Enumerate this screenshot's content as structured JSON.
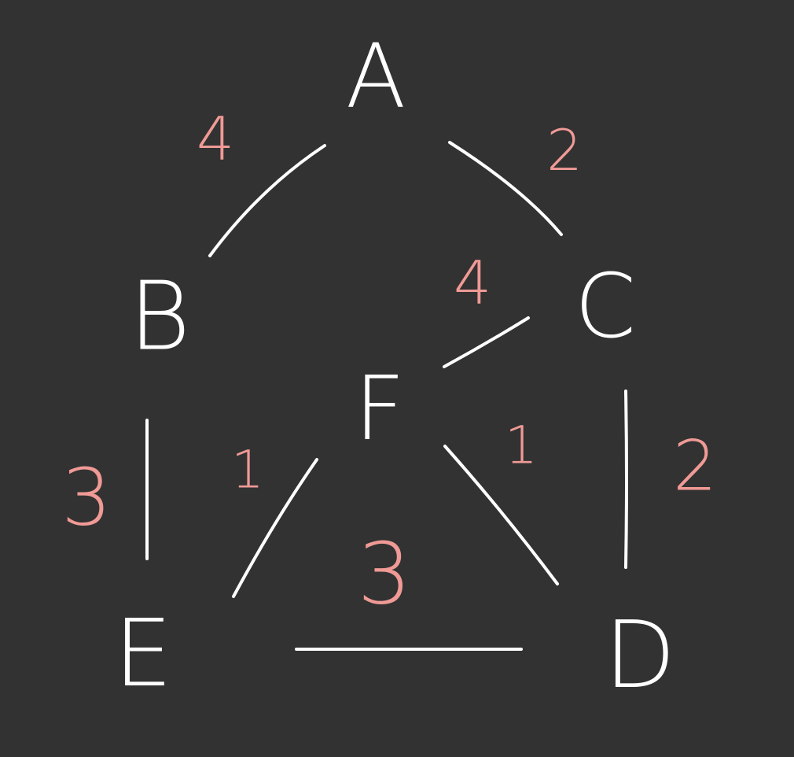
{
  "colors": {
    "background": "#323232",
    "node": "#ffffff",
    "edge": "#ffffff",
    "weight": "#f09a96"
  },
  "nodes": [
    {
      "id": "A",
      "label": "A"
    },
    {
      "id": "B",
      "label": "B"
    },
    {
      "id": "C",
      "label": "C"
    },
    {
      "id": "F",
      "label": "F"
    },
    {
      "id": "E",
      "label": "E"
    },
    {
      "id": "D",
      "label": "D"
    }
  ],
  "edges": [
    {
      "from": "A",
      "to": "B",
      "weight": "4"
    },
    {
      "from": "A",
      "to": "C",
      "weight": "2"
    },
    {
      "from": "C",
      "to": "F",
      "weight": "4"
    },
    {
      "from": "B",
      "to": "E",
      "weight": "3"
    },
    {
      "from": "F",
      "to": "E",
      "weight": "1"
    },
    {
      "from": "F",
      "to": "D",
      "weight": "1"
    },
    {
      "from": "C",
      "to": "D",
      "weight": "2"
    },
    {
      "from": "E",
      "to": "D",
      "weight": "3"
    }
  ]
}
